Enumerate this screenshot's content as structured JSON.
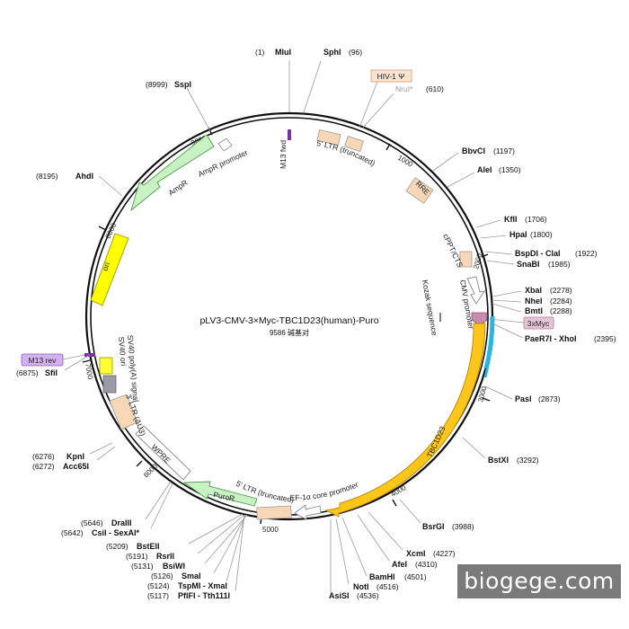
{
  "plasmid": {
    "name": "pLV3-CMV-3×Myc-TBC1D23(human)-Puro",
    "size_label": "9586 碱基对",
    "length": 9586
  },
  "ticks": [
    {
      "pos": 1000,
      "label": "1000"
    },
    {
      "pos": 2000,
      "label": "2000"
    },
    {
      "pos": 3000,
      "label": "3000"
    },
    {
      "pos": 4000,
      "label": "4000"
    },
    {
      "pos": 5000,
      "label": "5000"
    },
    {
      "pos": 6000,
      "label": "6000"
    },
    {
      "pos": 7000,
      "label": "7000"
    },
    {
      "pos": 8000,
      "label": "8000"
    },
    {
      "pos": 9000,
      "label": "9000"
    }
  ],
  "sites": [
    {
      "name": "MluI",
      "pos": "(1)",
      "gray": false
    },
    {
      "name": "SphI",
      "pos": "(96)",
      "gray": false
    },
    {
      "name": "NruI*",
      "pos": "(610)",
      "gray": true
    },
    {
      "name": "BbvCI",
      "pos": "(1197)",
      "gray": false
    },
    {
      "name": "AleI",
      "pos": "(1350)",
      "gray": false
    },
    {
      "name": "KflI",
      "pos": "(1706)",
      "gray": false
    },
    {
      "name": "HpaI",
      "pos": "(1800)",
      "gray": false
    },
    {
      "name": "BspDI - ClaI",
      "pos": "(1922)",
      "gray": false
    },
    {
      "name": "SnaBI",
      "pos": "(1985)",
      "gray": false
    },
    {
      "name": "XbaI",
      "pos": "(2278)",
      "gray": false
    },
    {
      "name": "NheI",
      "pos": "(2284)",
      "gray": false
    },
    {
      "name": "BmtI",
      "pos": "(2288)",
      "gray": false
    },
    {
      "name": "PaeR7I - XhoI",
      "pos": "(2395)",
      "gray": false
    },
    {
      "name": "PasI",
      "pos": "(2873)",
      "gray": false
    },
    {
      "name": "BstXI",
      "pos": "(3292)",
      "gray": false
    },
    {
      "name": "BsrGI",
      "pos": "(3988)",
      "gray": false
    },
    {
      "name": "XcmI",
      "pos": "(4227)",
      "gray": false
    },
    {
      "name": "AfeI",
      "pos": "(4310)",
      "gray": false
    },
    {
      "name": "BamHI",
      "pos": "(4501)",
      "gray": false
    },
    {
      "name": "NotI",
      "pos": "(4516)",
      "gray": false
    },
    {
      "name": "AsiSI",
      "pos": "(4536)",
      "gray": false
    },
    {
      "name": "PflFI - Tth111I",
      "pos": "(5117)",
      "gray": false
    },
    {
      "name": "TspMI - XmaI",
      "pos": "(5124)",
      "gray": false
    },
    {
      "name": "SmaI",
      "pos": "(5126)",
      "gray": false
    },
    {
      "name": "BsiWI",
      "pos": "(5131)",
      "gray": false
    },
    {
      "name": "RsrII",
      "pos": "(5191)",
      "gray": false
    },
    {
      "name": "BstEII",
      "pos": "(5209)",
      "gray": false
    },
    {
      "name": "CsiI - SexAI*",
      "pos": "(5642)",
      "gray": false
    },
    {
      "name": "DraIII",
      "pos": "(5646)",
      "gray": false
    },
    {
      "name": "Acc65I",
      "pos": "(6272)",
      "gray": false
    },
    {
      "name": "KpnI",
      "pos": "(6276)",
      "gray": false
    },
    {
      "name": "SfiI",
      "pos": "(6875)",
      "gray": false
    },
    {
      "name": "AhdI",
      "pos": "(8195)",
      "gray": false
    },
    {
      "name": "SspI",
      "pos": "(8999)",
      "gray": false
    }
  ],
  "features": [
    {
      "label": "M13 fwd",
      "color": "#7b2fa3"
    },
    {
      "label": "5' LTR (truncated)",
      "color": "#f7d7b5"
    },
    {
      "label": "HIV-1 Ψ",
      "color": "#f7d7b5"
    },
    {
      "label": "RRE",
      "color": "#f7d7b5"
    },
    {
      "label": "cPPT/CTS",
      "color": "#f7d7b5"
    },
    {
      "label": "CMV promoter",
      "color": "#ffffff"
    },
    {
      "label": "Kozak sequence",
      "color": "#555555"
    },
    {
      "label": "3xMyc",
      "color": "#d79bbd"
    },
    {
      "label": "TBC1D23",
      "color": "#ffc61a"
    },
    {
      "label": "EF-1α core promoter",
      "color": "#ffffff"
    },
    {
      "label": "PuroR",
      "color": "#c8f2c4"
    },
    {
      "label": "WPRE",
      "color": "#ffffff"
    },
    {
      "label": "3' LTR (ΔU3)",
      "color": "#f7d7b5"
    },
    {
      "label": "SV40 poly(A) signal",
      "color": "#9a9aa8"
    },
    {
      "label": "SV40 ori",
      "color": "#ffff33"
    },
    {
      "label": "M13 rev",
      "color": "#b07ad9"
    },
    {
      "label": "ori",
      "color": "#ffff00"
    },
    {
      "label": "AmpR",
      "color": "#c8f2c4"
    },
    {
      "label": "AmpR promoter",
      "color": "#ffffff"
    }
  ],
  "colors": {
    "backbone": "#111111",
    "orf_segment": "#29b6e0",
    "leader": "#9a9a9a"
  },
  "watermark": "biogege.com"
}
